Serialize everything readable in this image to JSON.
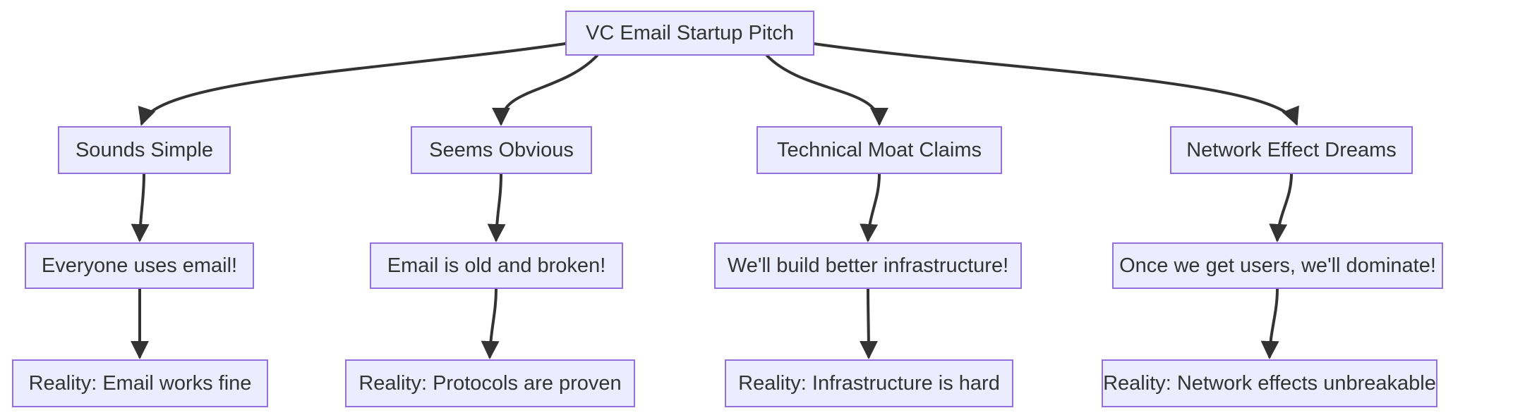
{
  "diagram": {
    "type": "flowchart-top-down",
    "root": "VC Email Startup Pitch",
    "branches": [
      {
        "claim": "Sounds Simple",
        "pitch": "Everyone uses email!",
        "reality": "Reality: Email works fine"
      },
      {
        "claim": "Seems Obvious",
        "pitch": "Email is old and broken!",
        "reality": "Reality: Protocols are proven"
      },
      {
        "claim": "Technical Moat Claims",
        "pitch": "We'll build better infrastructure!",
        "reality": "Reality: Infrastructure is hard"
      },
      {
        "claim": "Network Effect Dreams",
        "pitch": "Once we get users, we'll dominate!",
        "reality": "Reality: Network effects unbreakable"
      }
    ],
    "colors": {
      "node_fill": "#ECECFF",
      "node_border": "#9370DB",
      "edge": "#333333",
      "text": "#333333",
      "background": "#FFFFFF"
    }
  }
}
